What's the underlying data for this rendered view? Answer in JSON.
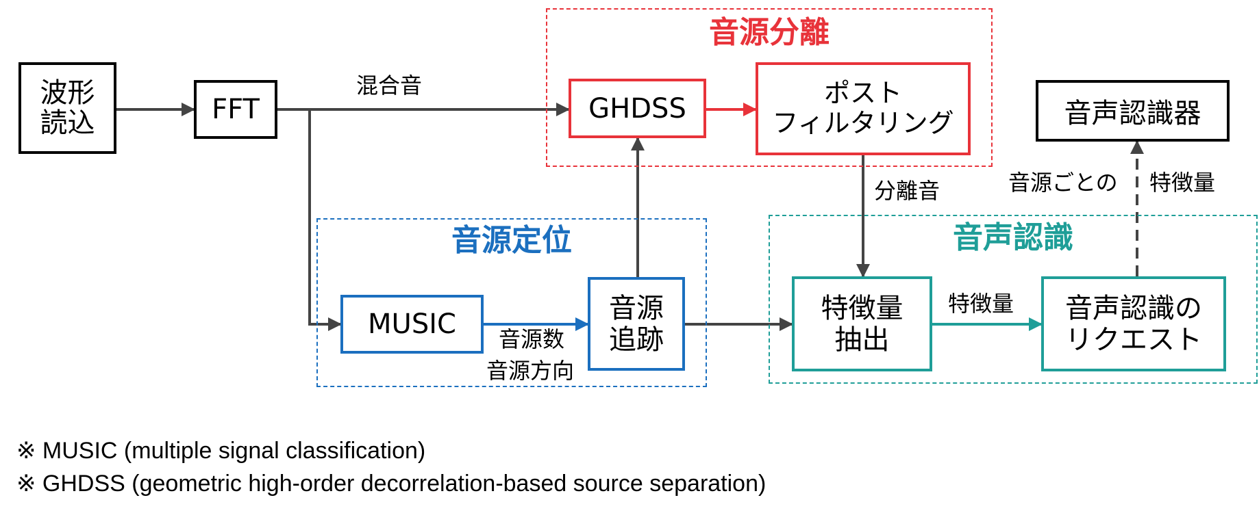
{
  "colors": {
    "black": "#000000",
    "gray_arrow": "#444444",
    "separation": "#e8333a",
    "localization": "#1b6fbf",
    "recognition": "#1f9e98"
  },
  "groups": {
    "separation": {
      "title": "音源分離"
    },
    "localization": {
      "title": "音源定位"
    },
    "recognition": {
      "title": "音声認識"
    }
  },
  "nodes": {
    "wave_read": "波形\n読込",
    "fft": "FFT",
    "ghdss": "GHDSS",
    "post_filtering": "ポスト\nフィルタリング",
    "speech_recognizer": "音声認識器",
    "music": "MUSIC",
    "source_tracking": "音源\n追跡",
    "feature_extraction": "特徴量\n抽出",
    "recognition_request": "音声認識の\nリクエスト"
  },
  "edge_labels": {
    "mixed_sound": "混合音",
    "separated_sound": "分離音",
    "per_source_features_left": "音源ごとの",
    "per_source_features_right": "特徴量",
    "source_count": "音源数",
    "source_direction": "音源方向",
    "features": "特徴量"
  },
  "footnotes": {
    "music": "※ MUSIC (multiple signal classification)",
    "ghdss": "※ GHDSS (geometric high-order decorrelation-based source separation)"
  }
}
